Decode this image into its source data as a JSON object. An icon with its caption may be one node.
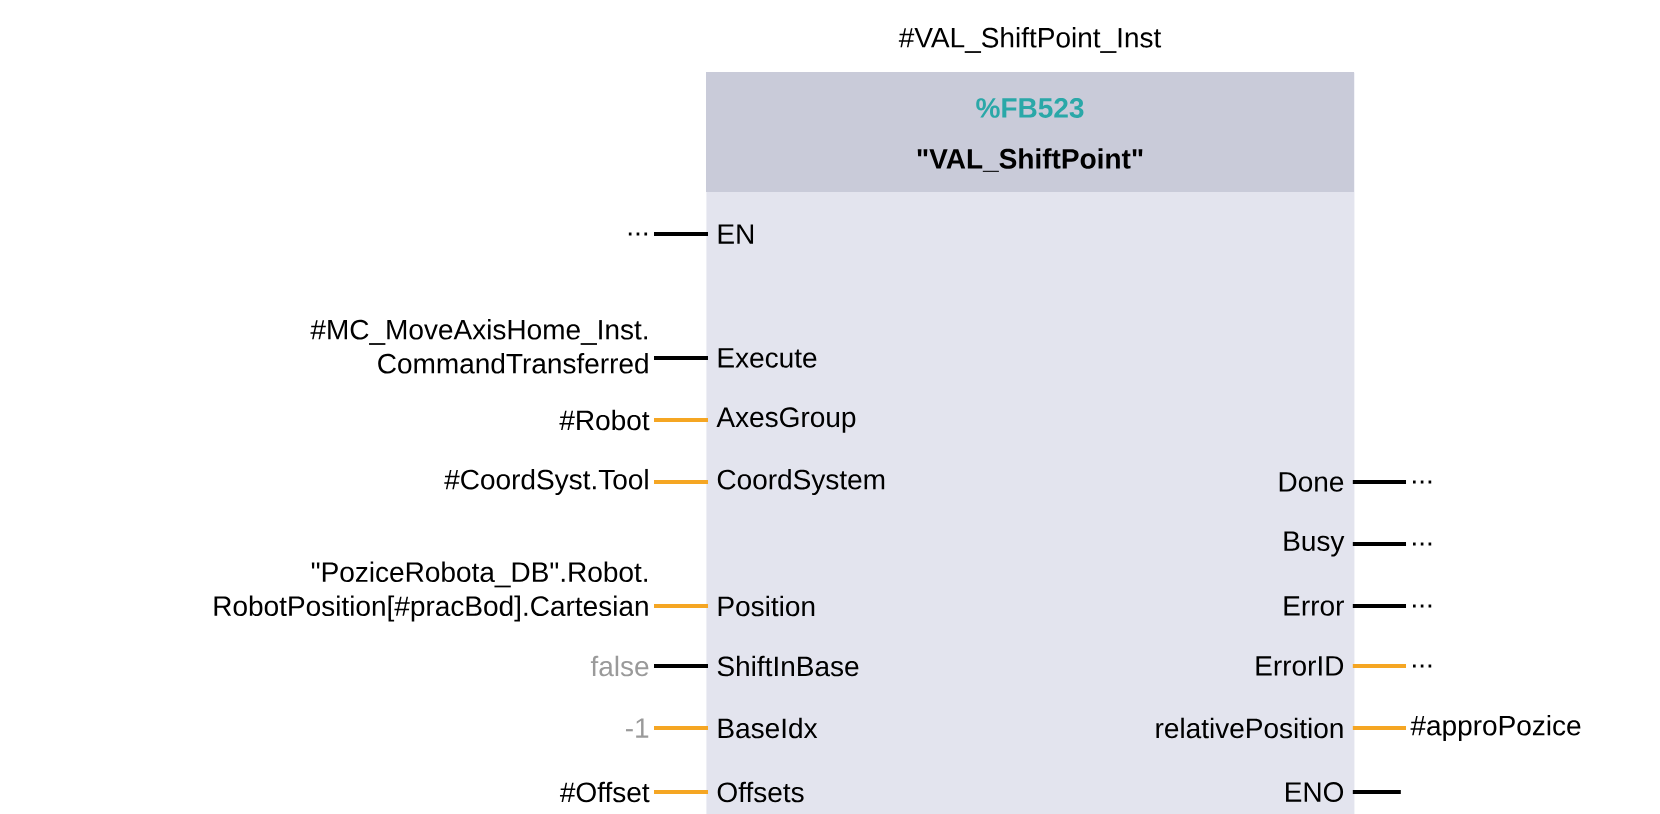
{
  "diagram": {
    "nodes": [
      {
        "text": [
          "#VAL_ShiftPoint_Inst",
          "%FB523",
          "\"VAL_ShiftPoint\""
        ]
      },
      {
        "text": [
          "..."
        ]
      },
      {
        "text": [
          "EN"
        ],
        "in": 0
      },
      {
        "text": [
          "#MC_MoveAxisHome_Inst. CommandTransferred"
        ]
      },
      {
        "text": [
          "Execute"
        ],
        "in": 0
      },
      {
        "text": [
          "#Robot"
        ]
      },
      {
        "text": [
          "AxesGroup"
        ],
        "in": 0
      },
      {
        "text": [
          "#CoordSyst.Tool"
        ]
      },
      {
        "text": [
          "CoordSystem"
        ],
        "in": 0
      },
      {
        "text": [
          "\"PoziceRobota_DB\".Robot. RobotPosition[#pracBod].Cartesian"
        ]
      },
      {
        "text": [
          "Position"
        ],
        "in": 0
      },
      {
        "text": [
          "false"
        ]
      },
      {
        "text": [
          "ShiftInBase"
        ],
        "in": 0
      },
      {
        "text": [
          "-1"
        ]
      },
      {
        "text": [
          "BaseIdx"
        ],
        "in": 0
      },
      {
        "text": [
          "#Offset"
        ]
      },
      {
        "text": [
          "Offsets"
        ],
        "in": 0
      },
      {
        "text": [
          "Done"
        ],
        "in": 0
      },
      {
        "text": [
          "..."
        ]
      },
      {
        "text": [
          "Busy"
        ],
        "in": 0
      },
      {
        "text": [
          "..."
        ]
      },
      {
        "text": [
          "Error"
        ],
        "in": 0
      },
      {
        "text": [
          "..."
        ]
      },
      {
        "text": [
          "ErrorID"
        ],
        "in": 0
      },
      {
        "text": [
          "..."
        ]
      },
      {
        "text": [
          "relativePosition"
        ],
        "in": 0
      },
      {
        "text": [
          "#approPozice"
        ]
      },
      {
        "text": [
          "ENO"
        ],
        "in": 0
      }
    ],
    "edges": [
      {
        "from": 1,
        "to": 2,
        "arrow": "none"
      },
      {
        "from": 3,
        "to": 4,
        "arrow": "none"
      },
      {
        "from": 5,
        "to": 6,
        "arrow": "none",
        "color": "#f5a623"
      },
      {
        "from": 7,
        "to": 8,
        "arrow": "none",
        "color": "#f5a623"
      },
      {
        "from": 9,
        "to": 10,
        "arrow": "none",
        "color": "#f5a623"
      },
      {
        "from": 11,
        "to": 12,
        "arrow": "none"
      },
      {
        "from": 13,
        "to": 14,
        "arrow": "none",
        "color": "#f5a623"
      },
      {
        "from": 15,
        "to": 16,
        "arrow": "none",
        "color": "#f5a623"
      },
      {
        "from": 17,
        "to": 18,
        "arrow": "none"
      },
      {
        "from": 19,
        "to": 20,
        "arrow": "none"
      },
      {
        "from": 21,
        "to": 22,
        "arrow": "none"
      },
      {
        "from": 23,
        "to": 24,
        "arrow": "none",
        "color": "#f5a623"
      },
      {
        "from": 25,
        "to": 26,
        "arrow": "none",
        "color": "#f5a623"
      },
      {
        "from": 27,
        "to": null,
        "arrow": "none"
      }
    ]
  }
}
